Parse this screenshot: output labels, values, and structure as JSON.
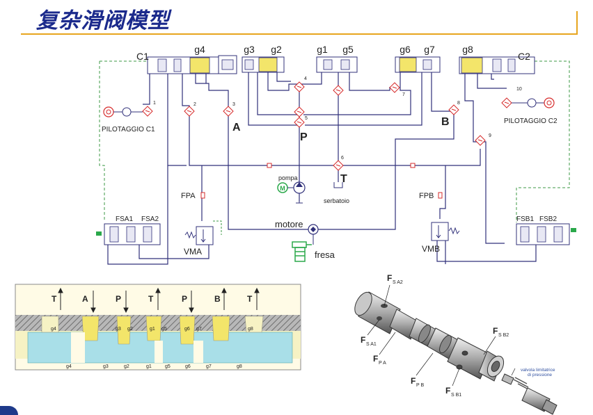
{
  "slide": {
    "title": "复杂滑阀模型"
  },
  "circuit": {
    "spools": {
      "g4": "g4",
      "g3": "g3",
      "g2": "g2",
      "g1": "g1",
      "g5": "g5",
      "g6": "g6",
      "g7": "g7",
      "g8": "g8"
    },
    "chambers": {
      "c1": "C1",
      "c2": "C2"
    },
    "ports": {
      "a": "A",
      "p": "P",
      "b": "B",
      "t": "T"
    },
    "components": {
      "pilot_c1": "PILOTAGGIO C1",
      "pilot_c2": "PILOTAGGIO C2",
      "fpa": "FPA",
      "fpb": "FPB",
      "vma": "VMA",
      "vmb": "VMB",
      "motore": "motore",
      "fresa": "fresa",
      "pompa": "pompa",
      "serbatoio": "serbatoio",
      "fsa1": "FSA1",
      "fsa2": "FSA2",
      "fsb1": "FSB1",
      "fsb2": "FSB2"
    },
    "orifice_numbers": [
      "1",
      "2",
      "3",
      "4",
      "5",
      "6",
      "7",
      "8",
      "9",
      "10"
    ]
  },
  "section": {
    "top_ports": [
      "T",
      "A",
      "P",
      "T",
      "P",
      "B",
      "T"
    ],
    "edge_labels": [
      "g4",
      "g3",
      "g2",
      "g1",
      "g5",
      "g6",
      "g7",
      "g8"
    ],
    "bottom_labels": [
      "g4",
      "g3",
      "g2",
      "g1",
      "g5",
      "g6",
      "g7",
      "g8"
    ]
  },
  "spool_3d": {
    "labels": {
      "fsa2_main": "F",
      "fsa2_sub": "S A2",
      "fsa1_main": "F",
      "fsa1_sub": "S A1",
      "fpa_main": "F",
      "fpa_sub": "P A",
      "fpb_main": "F",
      "fpb_sub": "P B",
      "fsb1_main": "F",
      "fsb1_sub": "S B1",
      "fsb2_main": "F",
      "fsb2_sub": "S B2",
      "valve_line1": "valvola limitatrice",
      "valve_line2": "di pressione"
    }
  },
  "colors": {
    "title": "#1b2a8c",
    "accent_rule": "#e7a51e",
    "line": "#30307a",
    "spool_yellow": "#f3e56a",
    "orifice_red": "#d62b2b",
    "motor_green": "#2aa84a",
    "section_bg": "#fffbe6",
    "section_body": "#a9dfe8",
    "section_hatch": "#8a8a8a"
  }
}
